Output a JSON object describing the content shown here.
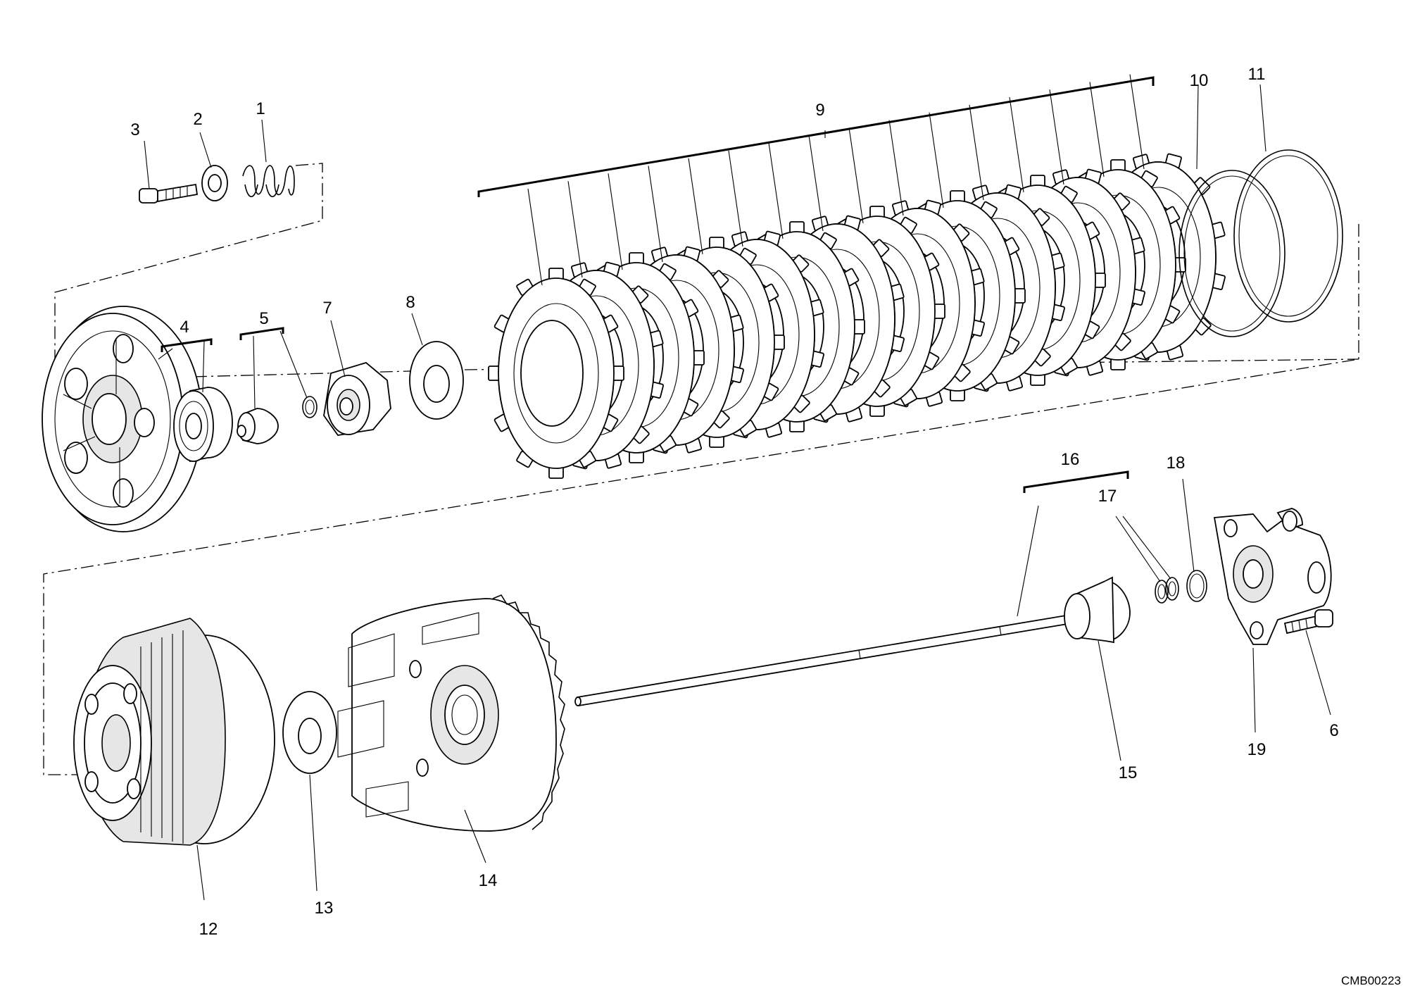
{
  "diagram": {
    "callouts": {
      "c1": "1",
      "c2": "2",
      "c3": "3",
      "c4": "4",
      "c5": "5",
      "c6": "6",
      "c7": "7",
      "c8": "8",
      "c9": "9",
      "c10": "10",
      "c11": "11",
      "c12": "12",
      "c13": "13",
      "c14": "14",
      "c15": "15",
      "c16": "16",
      "c17": "17",
      "c18": "18",
      "c19": "19"
    },
    "drawing_code": "CMB00223"
  }
}
